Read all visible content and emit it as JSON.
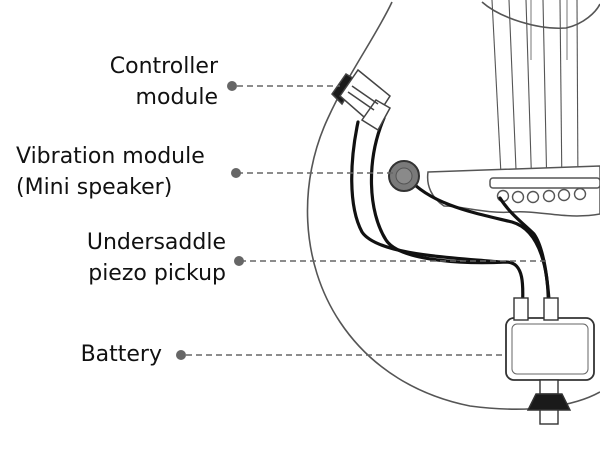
{
  "labels": {
    "controller": [
      "Controller",
      "module"
    ],
    "vibration": [
      "Vibration module",
      "(Mini speaker)"
    ],
    "pickup": [
      "Undersaddle",
      "piezo pickup"
    ],
    "battery": [
      "Battery"
    ]
  },
  "colors": {
    "ink": "#111111",
    "line": "#555555",
    "leader": "#666666",
    "speaker": "#7a7a7a",
    "background": "#ffffff"
  },
  "icons": [
    "guitar-body-outline",
    "controller-module-icon",
    "speaker-icon",
    "battery-box-icon",
    "bridge-pins-icon",
    "strap-button-icon"
  ]
}
